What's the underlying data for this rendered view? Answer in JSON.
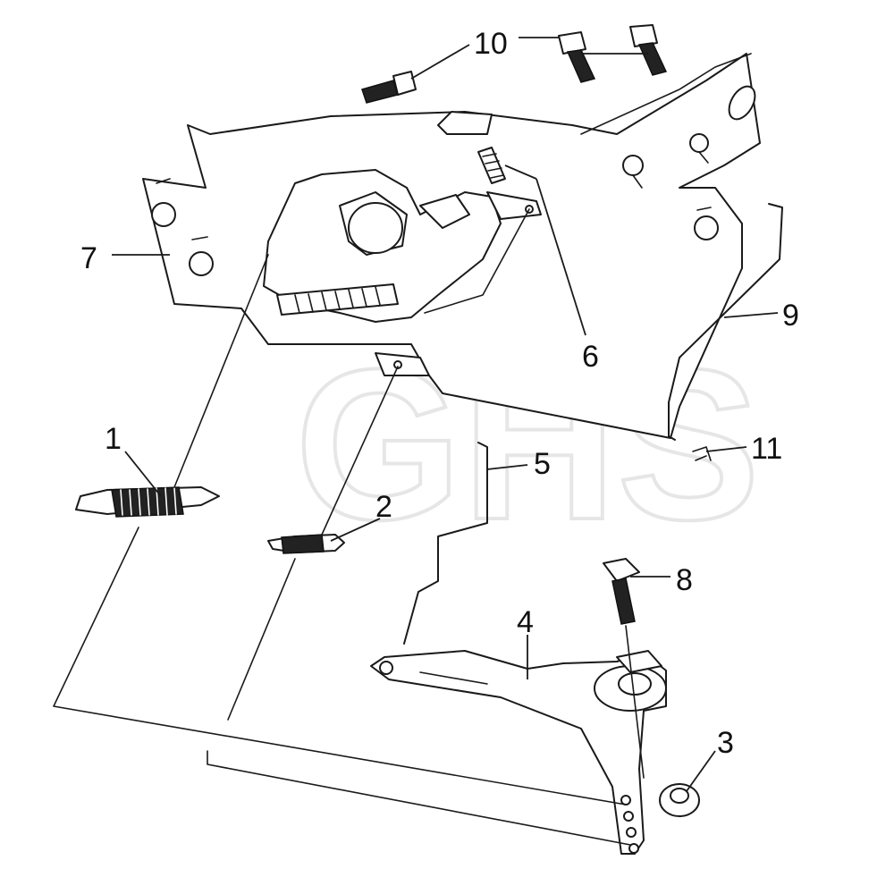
{
  "watermark": "GHS",
  "callouts": [
    {
      "id": "1",
      "text": "1"
    },
    {
      "id": "2",
      "text": "2"
    },
    {
      "id": "3",
      "text": "3"
    },
    {
      "id": "4",
      "text": "4"
    },
    {
      "id": "5",
      "text": "5"
    },
    {
      "id": "6",
      "text": "6"
    },
    {
      "id": "7",
      "text": "7"
    },
    {
      "id": "8",
      "text": "8"
    },
    {
      "id": "9",
      "text": "9"
    },
    {
      "id": "10",
      "text": "10"
    },
    {
      "id": "11",
      "text": "11"
    }
  ]
}
